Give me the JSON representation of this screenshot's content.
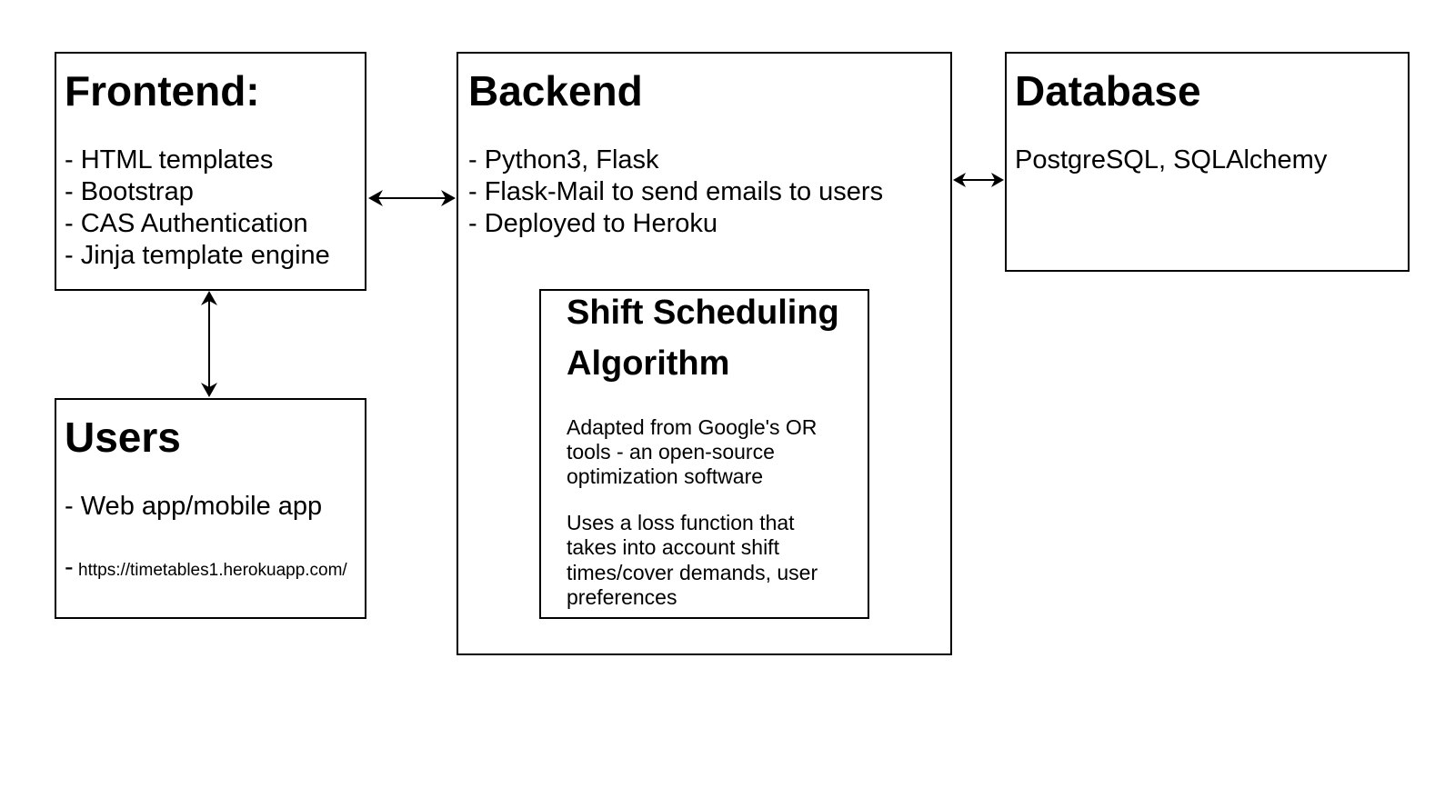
{
  "frontend": {
    "title": "Frontend:",
    "items": [
      "- HTML templates",
      "- Bootstrap",
      "- CAS Authentication",
      "- Jinja template engine"
    ]
  },
  "backend": {
    "title": "Backend",
    "items": [
      "- Python3, Flask",
      "- Flask-Mail to send emails to users",
      "- Deployed to Heroku"
    ],
    "algorithm": {
      "title_line1": "Shift Scheduling",
      "title_line2": "Algorithm",
      "para1": [
        "Adapted from Google's OR",
        "tools - an open-source",
        "optimization software"
      ],
      "para2": [
        "Uses a loss function that",
        "takes into account shift",
        "times/cover demands, user",
        "preferences"
      ]
    }
  },
  "database": {
    "title": "Database",
    "text": "PostgreSQL, SQLAlchemy"
  },
  "users": {
    "title": "Users",
    "item": "- Web app/mobile app",
    "url_dash": "-",
    "url": "https://timetables1.herokuapp.com/"
  }
}
